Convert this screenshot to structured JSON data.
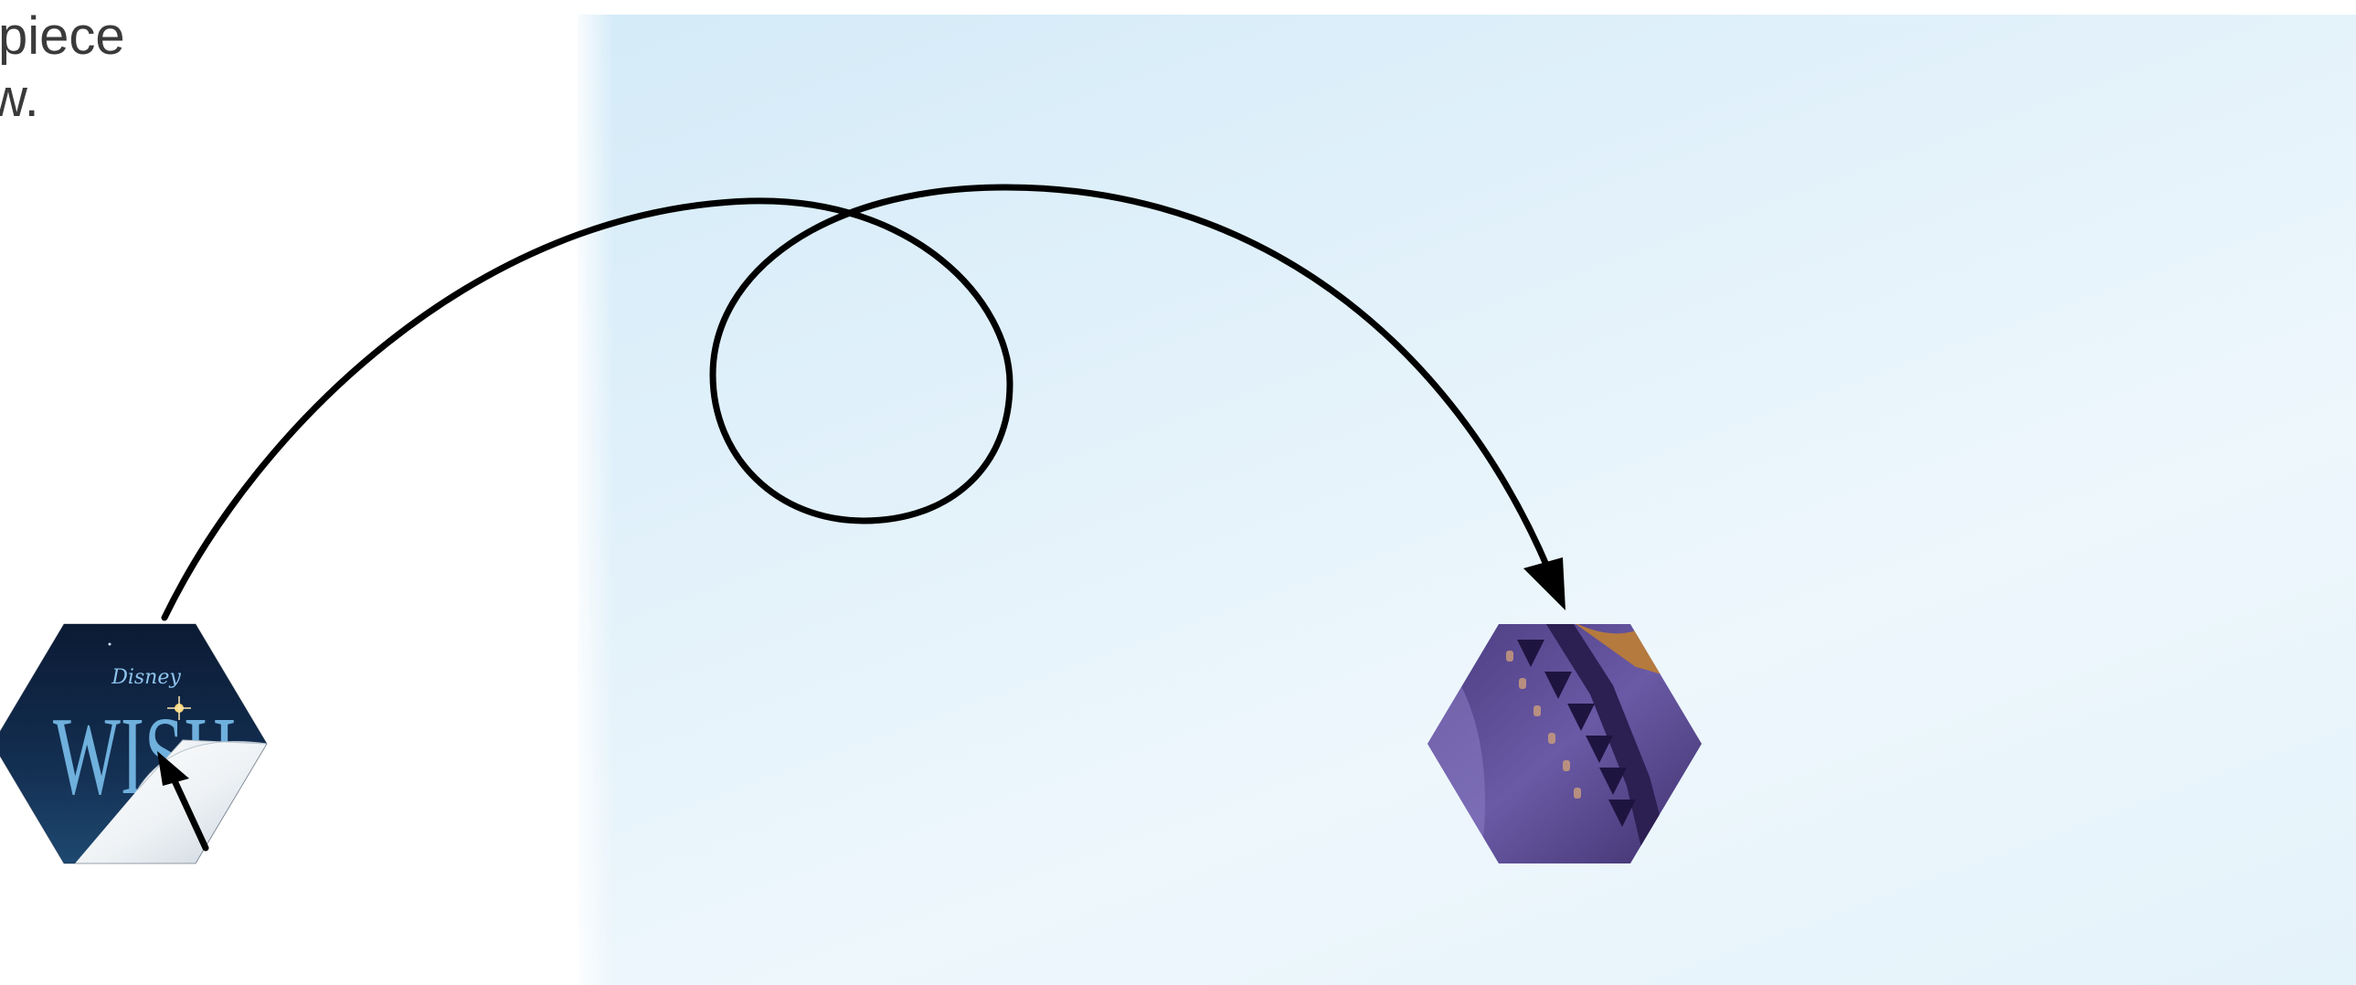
{
  "instructions": {
    "line1": "piece",
    "line2": "w."
  },
  "source_tile": {
    "brand": "Disney",
    "title": "WISH"
  },
  "colors": {
    "panel": "#dfeff9",
    "arrow": "#000000",
    "text": "#3a3a3a",
    "tile_navy": "#10243f",
    "tile_purple": "#5c4a92"
  },
  "icons": [
    "curved-arrow-icon",
    "cursor-arrow-icon",
    "page-curl-icon"
  ]
}
